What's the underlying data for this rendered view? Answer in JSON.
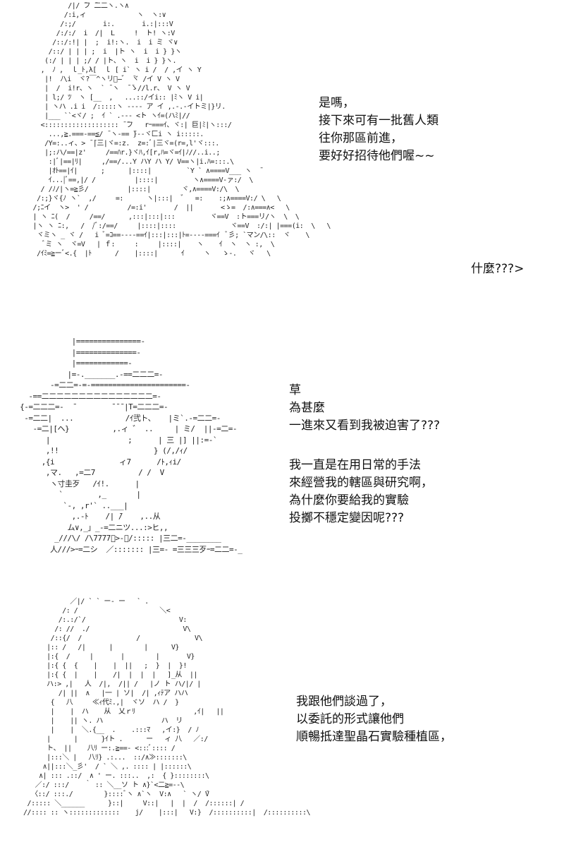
{
  "panel1": {
    "speech": "是嗎，\n接下來可有一批舊人類\n往你那區前進，\n要好好招待他們喔~~",
    "reply": "什麼???>",
    "art": "            /|/ ̄フ ̄二二ヽ.ヽ∧\n           /:i,ィ             ヽ  ヽ:∨\n          /:;/       i:.       i.:|:::V\n         /:/:/  i  /|  L     !  ト! ヽ:V\n        /::/:!| |  ;  i!:ヽ.  i  i ミ ヾ∨\n       /::/ | | | ;  i  |ト ヽ  i  i } }ヽ\n      (:/ | | | ;/ / |ト、ヽ  i  i } }ヽ.\n     ,  ﾉ ,  ｌ_ﾄ,λ[  ｌ [ i` ヽ i /  / ,イ ヽ Y\n      |!  ﾉ\\i  ヾ?￣^ヽリト̶゛ ̄ヾ /イ V ヽ V\n      |  /  i!r、ヽ  ` ̄ ヽ  ̄ ̄ゝ//l.r、 V ヽ V\n      | l;/ ﾂ  ヽ [__  ,   ...::/イi:: |ﾐヽ V i|\n      | ヽハ .i i  /:::::ヽ ---- ア イ ,.-.-イトミ|}リ.\n      |___ ``<ヾ/ ;  ｲ ` .--- <ト ヽｲ=(ハﾐ|//\n     <::::::::::::::::::: ̄ ̄フ   rｰ===ｲ、ヾ:| 巨|ﾐ|ヽ:::/\n       ...,≧.===-==≦/ ̄ ヽ-== ̄}--ヾ匚i ヽ i:::::.\n      /Y=:..ィ、> ̄ ̄|三|ヾ=:z.  z=:ﾞ|三ヾ=(r=,l'ヾ:::.\n      |;:ハ/==|z'     /==ﾊr.}ヾﾊ,ｲ[r,ﾊ=ヾ=ｲ|ﾉ//..i..;  \n       :|ﾞ|==|ﾘ|     ,/==/...Y ハY ハ Y/ V==ヽ|i.ﾊ=:::.\\\n       |ｵﾄ==|ｲ|      ;      |::::|         `Y ` ∧====V___ ヽ  ̄\n       ｲ...|ﾞ==,|/ /          |::::|         ヽ∧====V-ァ:/  \\\n     / /ﾉ/|ヽ=≧彡/          |::::|        ヾ,∧====V:/\\  \\\n    /:;}ヾ{ﾉ ヽ`  ,/     =:      ヽ|:::|  ゛  =:    :;∧====V:/ \\   \\\n   /;ﾆイ  ヽ>  ' /          /=:i'       /  ||       <ゝ=  /:∧===∧<   \\\n   | ヽ ﾆ(  /     /==/      ,:::|:::|:::         ヾ==V  :ト===リ/ヽ  \\  \\\n   |ヽ ヽ ﾆ:,   /  /ﾞ:/==/     |::::|::::              ヾ==V  :/:| |===(i:  \\   \\\n    ヾミヽ _ ヾ /   i ﾞ=ｺ==----==ｲ|:::|:::|ﾄ=----===ｲ  ﾞ彡; `マン/\\::  ヾ    \\\n      ﾞミ ヽ  ヾ=V   | ｆ:     :     |::::|    ヽ    ｲ  ヽ  ヽ :,  \\\n    /ｲﾐ=≧ーﾞ<.{  |ﾄ      /    |::::|      ｲ     ヽ   ゝ-.   ヾ   \\"
  },
  "panel2": {
    "speech_a": "草\n為甚麼\n一進來又看到我被迫害了???",
    "speech_b": "我一直是在用日常的手法\n來經營我的轄區與研究啊，\n為什麼你要給我的實驗\n投擲不穩定變因呢???",
    "art": "             |===============-\n             |==============-\n             |============-\n            |=-._______.-==二二二=-\n        -=二二=-=-======================-\n   -==二二二二二二二二二二二二二二二=-\n {-=二二二=-  ̄         ̄ ̄ ̄ |T=二二二=-\n  -=二二|  ...            /ｲ弐ト、   |ミ`.-=二二=-\n    -=二|[ヘ}          ,.ィ ゛ ..     | ミ/  ||-=二=-\n       |                  ;      | 三 |] ||:=-`\n       ,!!                      } (/,/ｨ/\n      ,{i               ィ7      /ﾄ,ｨi/\n       ,マ.   ,=二7          / /  V\n        ヽ寸圭歹   /ｲ!.      |\n          `        ,_       |\n           `-, ,r'` ..___|\n             ,.-ﾄ    /| ̄/    ,..从\n            ム∨,_」_-=二ニツ...:>ヒ,,\n         _///\\/ /\\7777ﾞ>-ﾞ/::::: |三二=-________\n        人///>ｰ=二シ  ／::::::: |三=- =三三三歹ｰ=二二=-_"
  },
  "panel3": {
    "speech": "我跟他們談過了，\n以委託的形式讓他們\n順暢抵達聖晶石實驗種植區，",
    "art": "              ／|/ ` ` ー- ー   ` .\n            /: /                     ＼<\n           /:.:/`/                        V:\n          /: //  ./                        V\\\n         /::{/  /              /              V\\\n        |:: /   /|      |        |      V}\n        |:{  /     |       |        |       V}\n        |:{ {  {    |    |  ||   ;  }  |  }!\n        |:{ {  |    |    /|  |  |  |   ]_从  ||\n        ハ:> ,|   人  /|,  /|| /   |ノ ト ハ/|/ |\n           /| ||  ∧   |一 | ソ|  /| ,ｨﾃア ハハ\n         {   八     ≪ｨ代ﾐ.,|  ヾソ  ハ /  }\n         |    |  ハ    从  乂ｒﾘ               ,ｲ|   ||\n         |    || ヽ. ハ               ハ  リ\n         |    |  ＼.{__  .    .:::ﾏ   ,イ:}  / ﾉ\n        |      |      }ｲト .      ー   ィ 八   ／:/\n        ト、 ||    八ﾘ ー:.≧==- <:::ﾞ:::: /\n        |:::＼ |   八ﾘ} .:...  ::/∧≫:::::::\\\n       ∧||:::＼_彡'  / ` ＼ ,. :::: | |::::::\\\n      ∧| ::: .::/  ∧ ' ー. :::..  ,:  { }::::::::\\\n     ／:/ :::/    ｀ :: ＼__ソ ト ∧}`<二≧=--\\\n    〈::/ :::./        }::::ﾞヽ ∧`ヽ  V:∧   ` ヽ/ ̄V\n   /::::: ＼______      }::|     V::|   |  |  /  /::::::| /\n  //:::: :: ヽ:::::::::::::    j/    |:::|   V:}  /::::::::::|  /::::::::::\\"
  }
}
